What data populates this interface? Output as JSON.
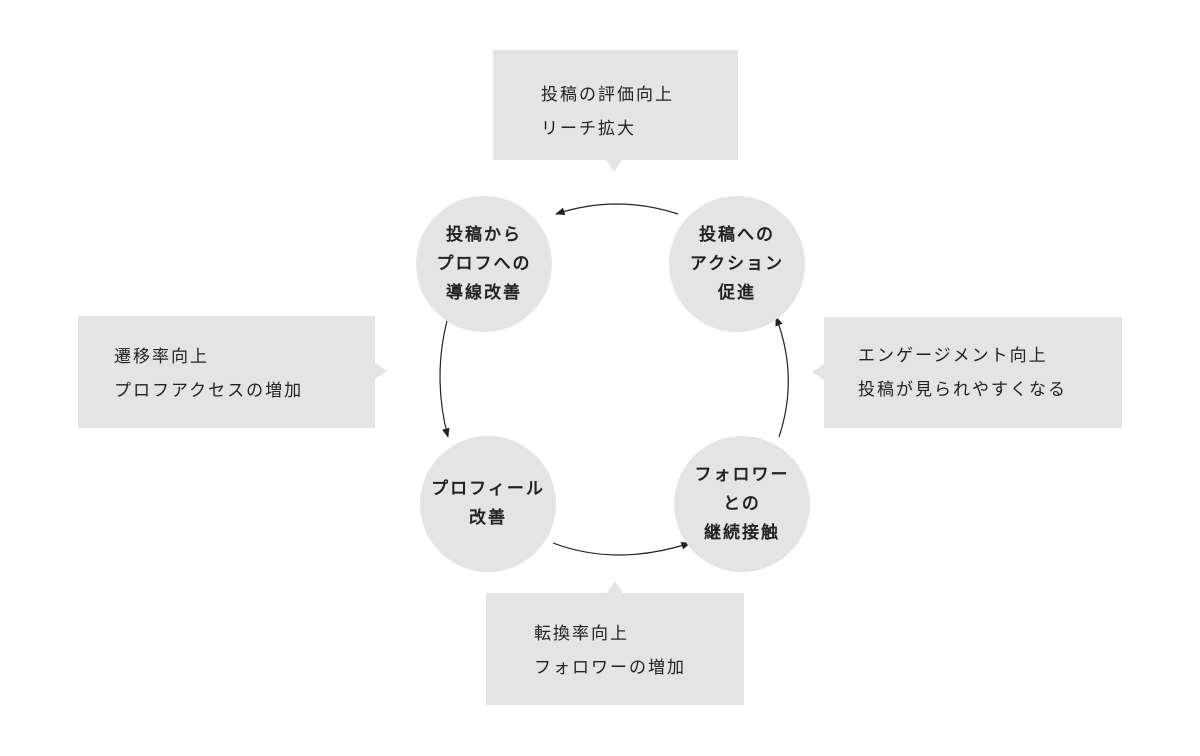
{
  "nodes": {
    "top_left": [
      "投稿から",
      "プロフへの",
      "導線改善"
    ],
    "top_right": [
      "投稿への",
      "アクション",
      "促進"
    ],
    "bottom_right": [
      "フォロワー",
      "との",
      "継続接触"
    ],
    "bottom_left": [
      "プロフィール",
      "改善"
    ]
  },
  "callouts": {
    "top": [
      "投稿の評価向上",
      "リーチ拡大"
    ],
    "right": [
      "エンゲージメント向上",
      "投稿が見られやすくなる"
    ],
    "bottom": [
      "転換率向上",
      "フォロワーの増加"
    ],
    "left": [
      "遷移率向上",
      "プロフアクセスの増加"
    ]
  },
  "colors": {
    "fill": "#e4e4e4",
    "text": "#222222",
    "arrow": "#222222"
  }
}
